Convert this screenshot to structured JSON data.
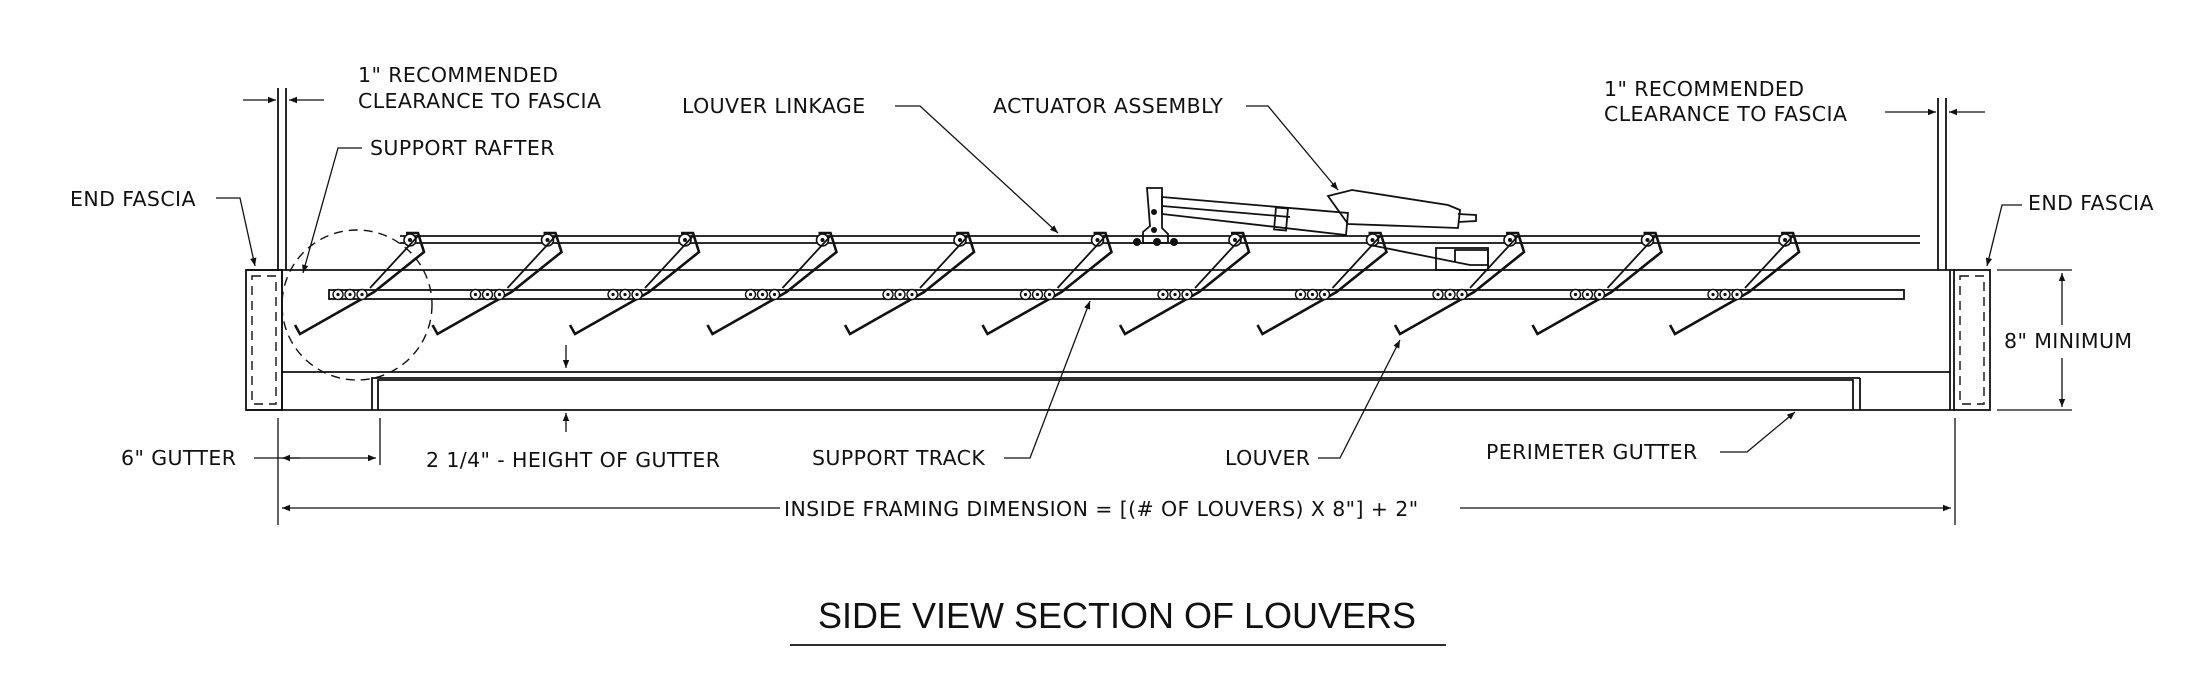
{
  "drawing": {
    "labels": {
      "clearance_left": [
        "1\" RECOMMENDED",
        "CLEARANCE TO FASCIA"
      ],
      "clearance_right": [
        "1\" RECOMMENDED",
        "CLEARANCE TO FASCIA"
      ],
      "support_rafter": "SUPPORT RAFTER",
      "louver_linkage": "LOUVER LINKAGE",
      "actuator_assembly": "ACTUATOR ASSEMBLY",
      "end_fascia_left": "END FASCIA",
      "end_fascia_right": "END FASCIA",
      "min_height": "8\" MINIMUM",
      "gutter_width": "6\" GUTTER",
      "gutter_height": "2 1/4\" - HEIGHT OF GUTTER",
      "support_track": "SUPPORT TRACK",
      "louver": "LOUVER",
      "perimeter_gutter": "PERIMETER GUTTER",
      "inside_framing": "INSIDE FRAMING DIMENSION = [(# OF LOUVERS) X 8\"] + 2\""
    },
    "title": "SIDE VIEW SECTION OF LOUVERS",
    "louver_count": 11
  }
}
